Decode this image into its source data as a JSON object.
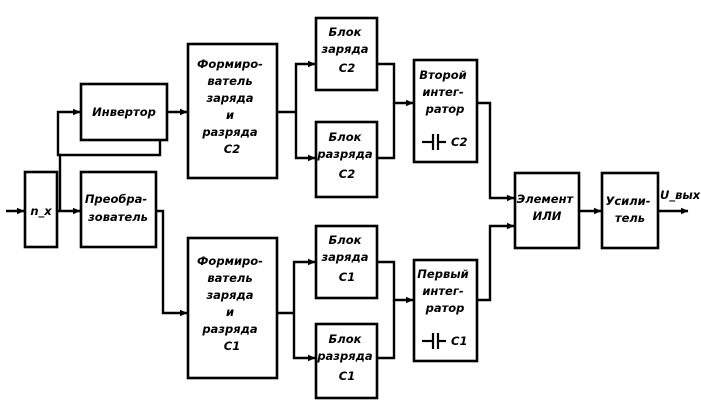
{
  "diagram": {
    "input_label": "n_x",
    "output_label": "U_вых",
    "blocks": {
      "input_block": "n_x",
      "inverter": [
        "Инвертор"
      ],
      "converter": [
        "Преобра-",
        "зователь"
      ],
      "former_c2": [
        "Формиро-",
        "ватель",
        "заряда",
        "и",
        "разряда",
        "С2"
      ],
      "former_c1": [
        "Формиро-",
        "ватель",
        "заряда",
        "и",
        "разряда",
        "С1"
      ],
      "charge_c2": [
        "Блок",
        "заряда",
        "С2"
      ],
      "discharge_c2": [
        "Блок",
        "разряда",
        "С2"
      ],
      "charge_c1": [
        "Блок",
        "заряда",
        "С1"
      ],
      "discharge_c1": [
        "Блок",
        "разряда",
        "С1"
      ],
      "integrator_2": [
        "Второй",
        "интег-",
        "ратор"
      ],
      "integrator_2_cap": "С2",
      "integrator_1": [
        "Первый",
        "интег-",
        "ратор"
      ],
      "integrator_1_cap": "С1",
      "or_element": [
        "Элемент",
        "ИЛИ"
      ],
      "amplifier": [
        "Усили-",
        "тель"
      ]
    }
  }
}
